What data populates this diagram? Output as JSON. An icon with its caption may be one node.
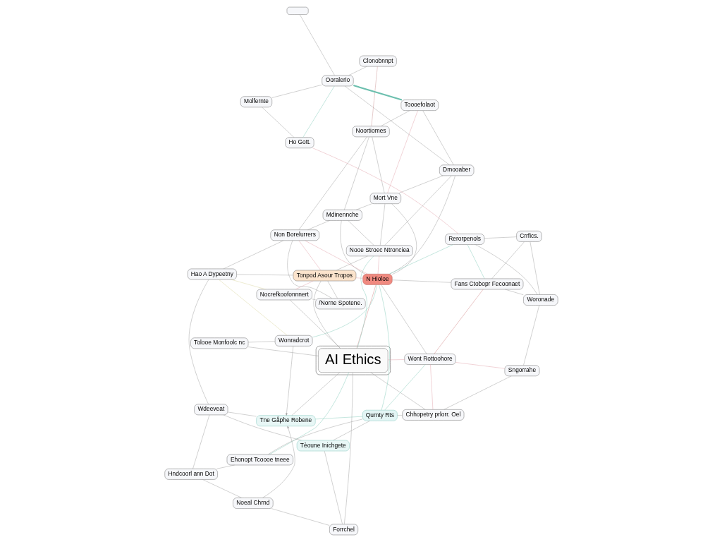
{
  "diagram": {
    "nodes": [
      {
        "text": [],
        "shape": "box"
      },
      {
        "text": [
          "AI Ethics"
        ],
        "in": 0
      },
      {
        "text": [
          "Wonradcrot"
        ]
      },
      {
        "text": [
          "Tne Gåphe Robene"
        ]
      },
      {
        "text": [
          "Noeal Chrnd"
        ]
      },
      {
        "text": [
          "Hndcoorl ann Dot"
        ]
      },
      {
        "text": [
          "Tolooe Monfoolc nc"
        ]
      },
      {
        "text": [
          "Hao A Dypeetny"
        ]
      },
      {
        "text": [
          "Wdeeveat"
        ]
      },
      {
        "text": [
          "Ehonopt Tcoooe tneee"
        ]
      },
      {
        "text": [
          "Nocrefkoofonnnert"
        ]
      },
      {
        "text": [
          "Forrchel"
        ]
      },
      {
        "text": [
          "Tèoune Inichgete"
        ]
      },
      {
        "text": [
          "/Norne Spotene."
        ]
      },
      {
        "text": [
          "Tonpod Asour Tropos"
        ]
      },
      {
        "text": [
          "Qurnty Rts"
        ]
      },
      {
        "text": [
          "Non Borelurrers"
        ]
      },
      {
        "text": [
          "Chhopetry prlorr. Oel"
        ]
      },
      {
        "text": [
          "Nooe Stroec Ntronciea"
        ]
      },
      {
        "text": [
          "Wont Rottoohore"
        ]
      },
      {
        "text": [
          "N Hioloe"
        ]
      },
      {
        "text": [
          "Mdinennche"
        ]
      },
      {
        "text": [
          "Fans Ctobopr Fecoonaet"
        ]
      },
      {
        "text": [
          "Sngorrahe"
        ]
      },
      {
        "text": [
          "Mort Vne"
        ]
      },
      {
        "text": [
          "Dmooaber"
        ]
      },
      {
        "text": [
          "Rerorpenols"
        ]
      },
      {
        "text": [
          "Woronade"
        ]
      },
      {
        "text": [
          "Noortiomes"
        ]
      },
      {
        "text": [
          "Ho Gott."
        ]
      },
      {
        "text": [
          "Toooefolaot"
        ]
      },
      {
        "text": [
          "Crrfics."
        ]
      },
      {
        "text": [
          "Ooralerio"
        ]
      },
      {
        "text": [
          "Clonobnnpt"
        ]
      },
      {
        "text": [
          "Molfernte"
        ]
      },
      {
        "text": [],
        "shape": "box"
      }
    ],
    "edges": [
      {
        "from": 2,
        "to": 3,
        "arrow": "to"
      },
      {
        "from": 4,
        "to": 3,
        "arrow": "to"
      },
      {
        "from": 2,
        "to": 6,
        "arrow": "none"
      },
      {
        "from": 2,
        "to": 7,
        "arrow": "none",
        "color": "#d8d49a"
      },
      {
        "from": 2,
        "to": 20,
        "arrow": "none",
        "color": "#7fc8b8"
      },
      {
        "from": 7,
        "to": 10,
        "arrow": "none",
        "color": "#d8d49a"
      },
      {
        "from": 7,
        "to": 14,
        "arrow": "none"
      },
      {
        "from": 7,
        "to": 8,
        "arrow": "none"
      },
      {
        "from": 7,
        "to": 16,
        "arrow": "none"
      },
      {
        "from": 6,
        "to": 1,
        "arrow": "none"
      },
      {
        "from": 3,
        "to": 8,
        "arrow": "none"
      },
      {
        "from": 3,
        "to": 15,
        "arrow": "none",
        "color": "#7fc8b8"
      },
      {
        "from": 3,
        "to": 1,
        "arrow": "none"
      },
      {
        "from": 5,
        "to": 8,
        "arrow": "none"
      },
      {
        "from": 5,
        "to": 9,
        "arrow": "none"
      },
      {
        "from": 4,
        "to": 5,
        "arrow": "none"
      },
      {
        "from": 4,
        "to": 11,
        "arrow": "none"
      },
      {
        "from": 9,
        "to": 1,
        "arrow": "none",
        "color": "#7fc8b8"
      },
      {
        "from": 9,
        "to": 15,
        "arrow": "none"
      },
      {
        "from": 8,
        "to": 12,
        "arrow": "none"
      },
      {
        "from": 11,
        "to": 12,
        "arrow": "none"
      },
      {
        "from": 11,
        "to": 1,
        "arrow": "none"
      },
      {
        "from": 12,
        "to": 15,
        "arrow": "none"
      },
      {
        "from": 10,
        "to": 13,
        "arrow": "none"
      },
      {
        "from": 10,
        "to": 14,
        "arrow": "none",
        "color": "#e0a0a8"
      },
      {
        "from": 10,
        "to": 1,
        "arrow": "none"
      },
      {
        "from": 13,
        "to": 14,
        "arrow": "none"
      },
      {
        "from": 13,
        "to": 16,
        "arrow": "none"
      },
      {
        "from": 14,
        "to": 16,
        "arrow": "none",
        "color": "#e0a0a8"
      },
      {
        "from": 14,
        "to": 1,
        "arrow": "none"
      },
      {
        "from": 14,
        "to": 18,
        "arrow": "none"
      },
      {
        "from": 14,
        "to": 20,
        "arrow": "none",
        "color": "#e0a0a8"
      },
      {
        "from": 16,
        "to": 20,
        "arrow": "none",
        "color": "#e0a0a8"
      },
      {
        "from": 16,
        "to": 21,
        "arrow": "none"
      },
      {
        "from": 16,
        "to": 28,
        "arrow": "none"
      },
      {
        "from": 18,
        "to": 20,
        "arrow": "none",
        "color": "#e0a0a8"
      },
      {
        "from": 18,
        "to": 1,
        "arrow": "none",
        "color": "#7fc8b8"
      },
      {
        "from": 18,
        "to": 24,
        "arrow": "none"
      },
      {
        "from": 18,
        "to": 21,
        "arrow": "none"
      },
      {
        "from": 18,
        "to": 25,
        "arrow": "none"
      },
      {
        "from": 1,
        "to": 20,
        "arrow": "none",
        "color": "#d08080"
      },
      {
        "from": 1,
        "to": 19,
        "arrow": "none",
        "color": "#e0a0a8"
      },
      {
        "from": 1,
        "to": 17,
        "arrow": "none"
      },
      {
        "from": 15,
        "to": 19,
        "arrow": "none",
        "color": "#7fc8b8"
      },
      {
        "from": 15,
        "to": 17,
        "arrow": "none"
      },
      {
        "from": 15,
        "to": 20,
        "arrow": "none",
        "color": "#7fc8b8"
      },
      {
        "from": 19,
        "to": 17,
        "arrow": "none",
        "color": "#e0a0a8"
      },
      {
        "from": 19,
        "to": 22,
        "arrow": "none",
        "color": "#d08080"
      },
      {
        "from": 19,
        "to": 23,
        "arrow": "none",
        "color": "#e0a0a8"
      },
      {
        "from": 19,
        "to": 20,
        "arrow": "none"
      },
      {
        "from": 20,
        "to": 22,
        "arrow": "none"
      },
      {
        "from": 20,
        "to": 25,
        "arrow": "none"
      },
      {
        "from": 20,
        "to": 26,
        "arrow": "none",
        "color": "#7fc8b8"
      },
      {
        "from": 20,
        "to": 24,
        "arrow": "none"
      },
      {
        "from": 20,
        "to": 21,
        "arrow": "none"
      },
      {
        "from": 21,
        "to": 24,
        "arrow": "none"
      },
      {
        "from": 21,
        "to": 28,
        "arrow": "none"
      },
      {
        "from": 24,
        "to": 25,
        "arrow": "none"
      },
      {
        "from": 24,
        "to": 30,
        "arrow": "none",
        "color": "#e0a0a8"
      },
      {
        "from": 24,
        "to": 28,
        "arrow": "none"
      },
      {
        "from": 25,
        "to": 30,
        "arrow": "none"
      },
      {
        "from": 25,
        "to": 32,
        "arrow": "none"
      },
      {
        "from": 22,
        "to": 26,
        "arrow": "none",
        "color": "#7fc8b8"
      },
      {
        "from": 22,
        "to": 31,
        "arrow": "none"
      },
      {
        "from": 22,
        "to": 27,
        "arrow": "none"
      },
      {
        "from": 23,
        "to": 17,
        "arrow": "none"
      },
      {
        "from": 23,
        "to": 27,
        "arrow": "none"
      },
      {
        "from": 26,
        "to": 27,
        "arrow": "none"
      },
      {
        "from": 26,
        "to": 29,
        "arrow": "none",
        "color": "#e0a0a8"
      },
      {
        "from": 26,
        "to": 31,
        "arrow": "none"
      },
      {
        "from": 29,
        "to": 34,
        "arrow": "none"
      },
      {
        "from": 29,
        "to": 32,
        "arrow": "none",
        "color": "#7fc8b8"
      },
      {
        "from": 30,
        "to": 32,
        "arrow": "none",
        "style": "thick",
        "color": "#6cbfae"
      },
      {
        "from": 28,
        "to": 30,
        "arrow": "none"
      },
      {
        "from": 28,
        "to": 33,
        "arrow": "none",
        "color": "#c89090"
      },
      {
        "from": 33,
        "to": 32,
        "arrow": "none"
      },
      {
        "from": 32,
        "to": 34,
        "arrow": "none"
      },
      {
        "from": 32,
        "to": 35,
        "arrow": "none"
      },
      {
        "from": 31,
        "to": 27,
        "arrow": "none"
      }
    ]
  }
}
